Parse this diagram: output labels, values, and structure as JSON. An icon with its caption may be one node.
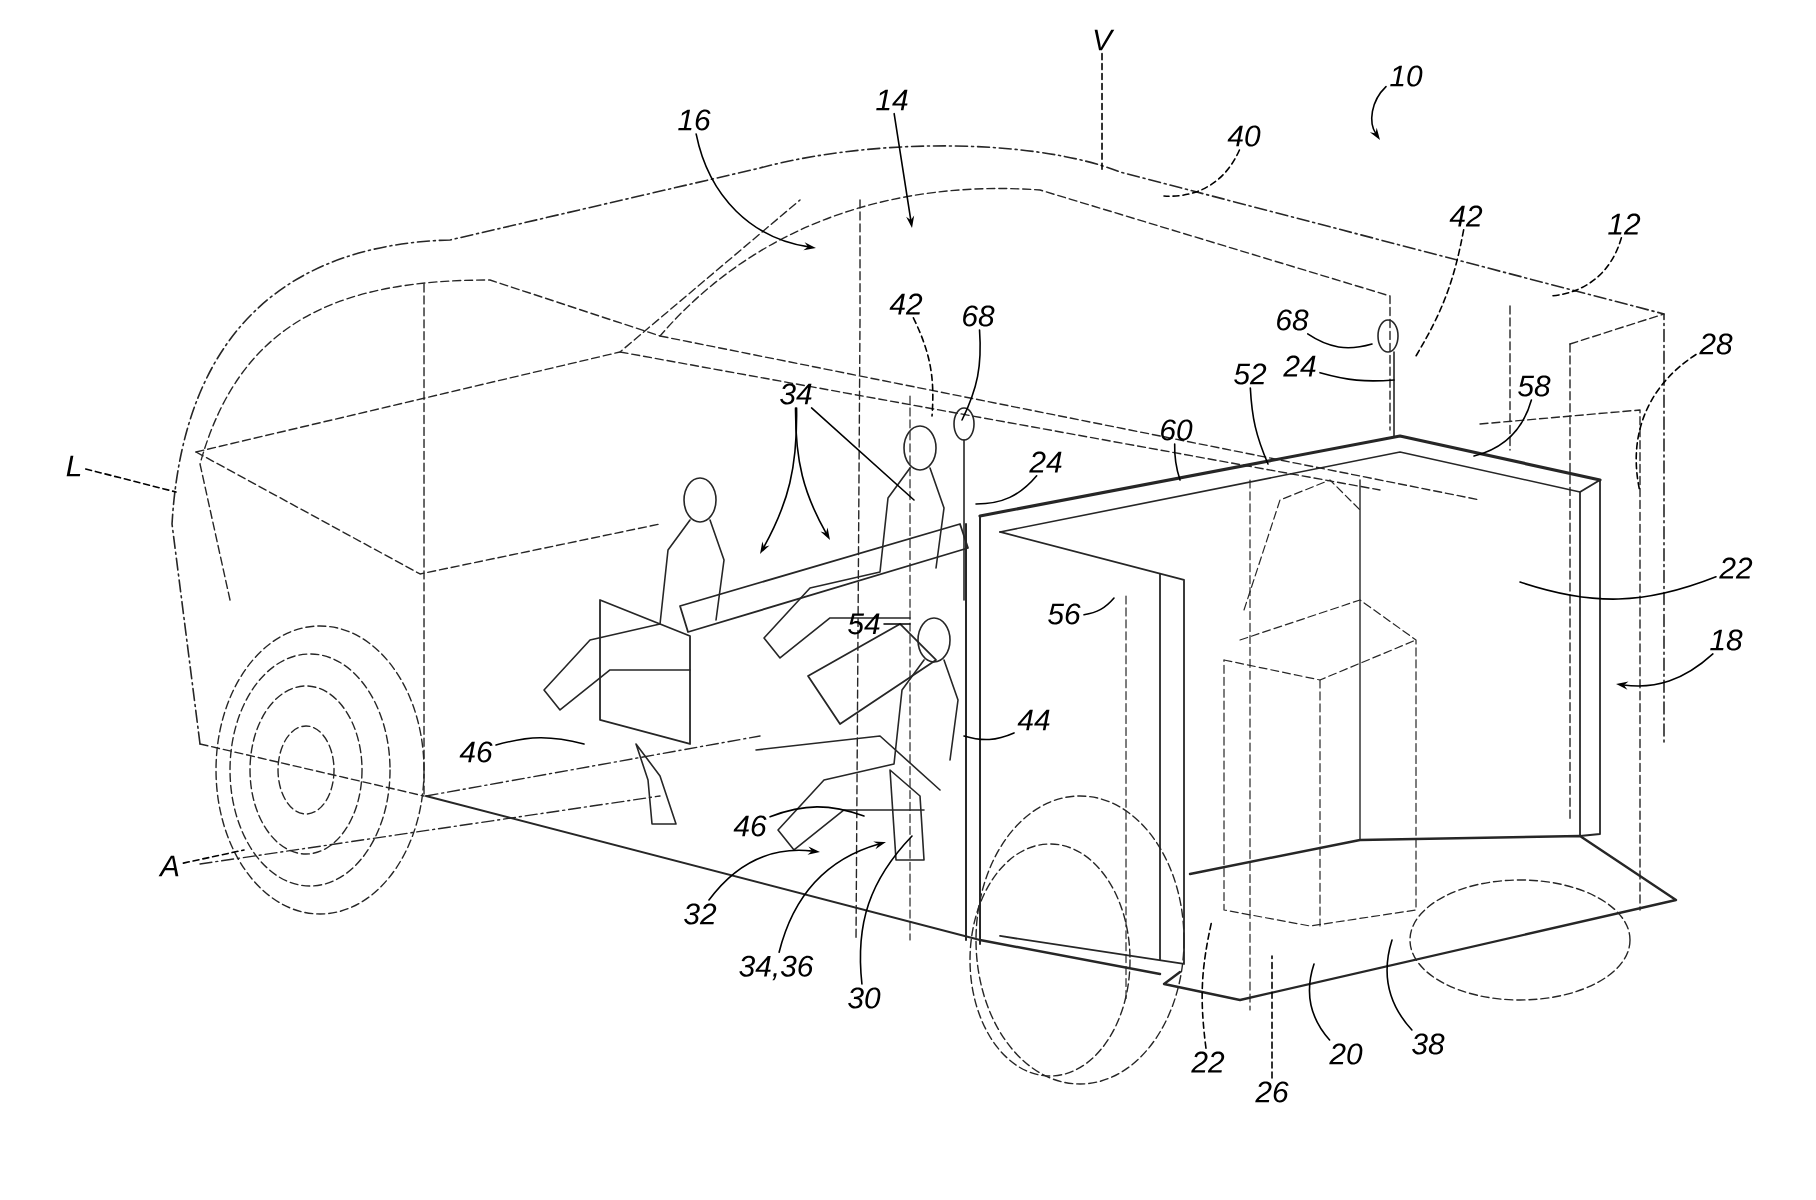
{
  "diagram": {
    "nodes": [
      {
        "text": [
          "V"
        ]
      },
      {
        "text": [
          "10"
        ]
      },
      {
        "text": [
          "16"
        ]
      },
      {
        "text": [
          "14"
        ]
      },
      {
        "text": [
          "40"
        ]
      },
      {
        "text": [
          "42"
        ]
      },
      {
        "text": [
          "12"
        ]
      },
      {
        "text": [
          "42"
        ]
      },
      {
        "text": [
          "68"
        ]
      },
      {
        "text": [
          "68"
        ]
      },
      {
        "text": [
          "28"
        ]
      },
      {
        "text": [
          "24"
        ]
      },
      {
        "text": [
          "52"
        ]
      },
      {
        "text": [
          "58"
        ]
      },
      {
        "text": [
          "34"
        ]
      },
      {
        "text": [
          "60"
        ]
      },
      {
        "text": [
          "24"
        ]
      },
      {
        "text": [
          "L"
        ]
      },
      {
        "text": [
          "22"
        ]
      },
      {
        "text": [
          "56"
        ]
      },
      {
        "text": [
          "54"
        ]
      },
      {
        "text": [
          "18"
        ]
      },
      {
        "text": [
          "44"
        ]
      },
      {
        "text": [
          "46"
        ]
      },
      {
        "text": [
          "46"
        ]
      },
      {
        "text": [
          "A"
        ]
      },
      {
        "text": [
          "32"
        ]
      },
      {
        "text": [
          "34,36"
        ]
      },
      {
        "text": [
          "30"
        ]
      },
      {
        "text": [
          "22"
        ]
      },
      {
        "text": [
          "20"
        ]
      },
      {
        "text": [
          "38"
        ]
      },
      {
        "text": [
          "26"
        ]
      }
    ],
    "edges": [
      {
        "from": 0,
        "to": null,
        "arrow": "none",
        "style": "dashed"
      },
      {
        "from": 1,
        "to": null,
        "arrow": "to"
      },
      {
        "from": 2,
        "to": null,
        "arrow": "to"
      },
      {
        "from": 3,
        "to": null,
        "arrow": "to"
      },
      {
        "from": 4,
        "to": null,
        "arrow": "none",
        "style": "dashed"
      },
      {
        "from": 5,
        "to": null,
        "arrow": "none",
        "style": "dashed"
      },
      {
        "from": 6,
        "to": null,
        "arrow": "none",
        "style": "dashed"
      },
      {
        "from": 7,
        "to": null,
        "arrow": "none",
        "style": "dashed"
      },
      {
        "from": 8,
        "to": null,
        "arrow": "none"
      },
      {
        "from": 9,
        "to": null,
        "arrow": "none"
      },
      {
        "from": 10,
        "to": null,
        "arrow": "none",
        "style": "dashed"
      },
      {
        "from": 11,
        "to": null,
        "arrow": "none"
      },
      {
        "from": 12,
        "to": null,
        "arrow": "none"
      },
      {
        "from": 13,
        "to": null,
        "arrow": "none"
      },
      {
        "from": 14,
        "to": null,
        "arrow": "to"
      },
      {
        "from": 14,
        "to": null,
        "arrow": "to"
      },
      {
        "from": 14,
        "to": null,
        "arrow": "none"
      },
      {
        "from": 15,
        "to": null,
        "arrow": "none"
      },
      {
        "from": 16,
        "to": null,
        "arrow": "none"
      },
      {
        "from": 17,
        "to": null,
        "arrow": "none",
        "style": "dashed"
      },
      {
        "from": 18,
        "to": null,
        "arrow": "none"
      },
      {
        "from": 19,
        "to": null,
        "arrow": "none"
      },
      {
        "from": 20,
        "to": null,
        "arrow": "none"
      },
      {
        "from": 21,
        "to": null,
        "arrow": "to"
      },
      {
        "from": 22,
        "to": null,
        "arrow": "none"
      },
      {
        "from": 23,
        "to": null,
        "arrow": "none"
      },
      {
        "from": 24,
        "to": null,
        "arrow": "none"
      },
      {
        "from": 25,
        "to": null,
        "arrow": "none",
        "style": "dashed"
      },
      {
        "from": 26,
        "to": null,
        "arrow": "to"
      },
      {
        "from": 27,
        "to": null,
        "arrow": "to"
      },
      {
        "from": 28,
        "to": null,
        "arrow": "none"
      },
      {
        "from": 29,
        "to": null,
        "arrow": "none",
        "style": "dashed"
      },
      {
        "from": 30,
        "to": null,
        "arrow": "none"
      },
      {
        "from": 31,
        "to": null,
        "arrow": "none"
      },
      {
        "from": 32,
        "to": null,
        "arrow": "none",
        "style": "dashed"
      }
    ]
  }
}
